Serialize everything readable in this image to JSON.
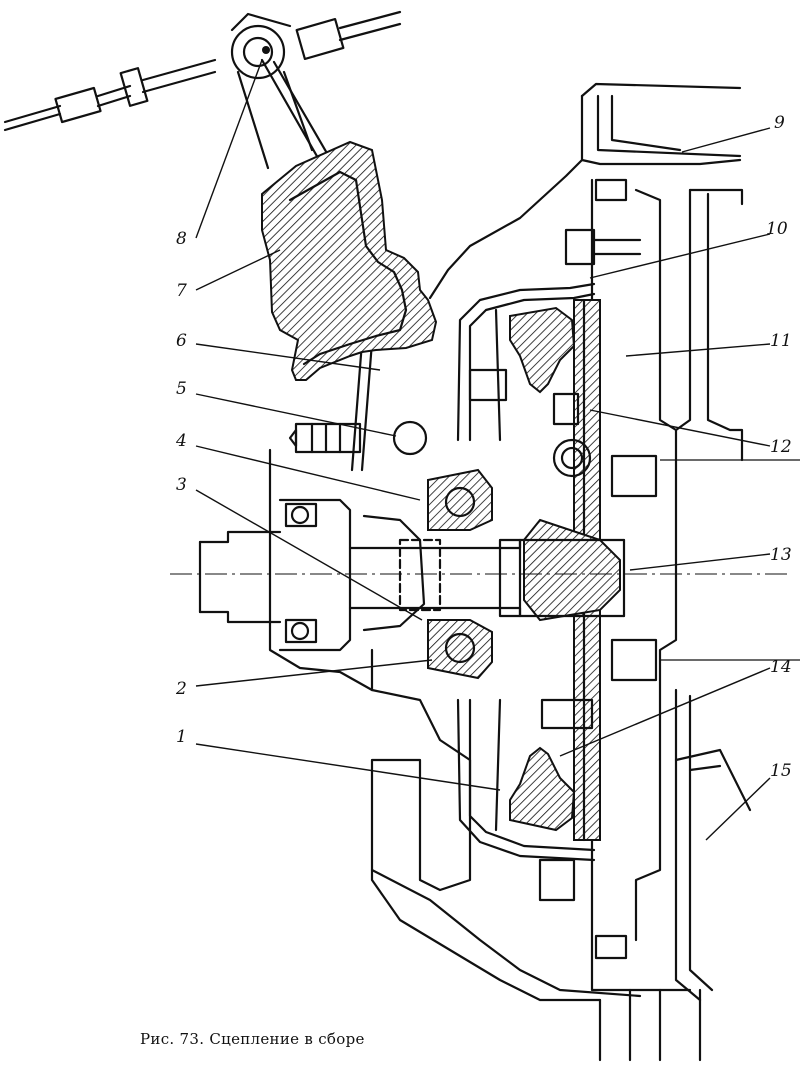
{
  "caption": "Рис. 73. Сцепление в сборе",
  "callouts": [
    "1",
    "2",
    "3",
    "4",
    "5",
    "6",
    "7",
    "8",
    "9",
    "10",
    "11",
    "12",
    "13",
    "14",
    "15"
  ]
}
